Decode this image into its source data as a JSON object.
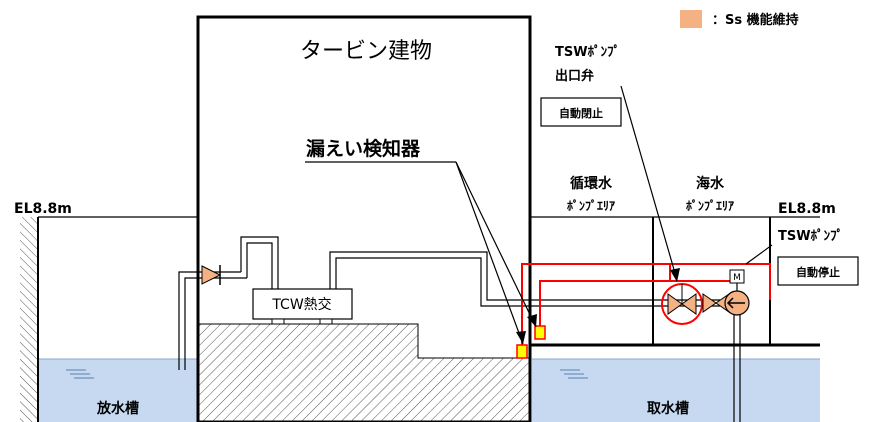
{
  "legend": {
    "label": "：Ss 機能維持",
    "swatch_color": "#f4b183"
  },
  "building": {
    "title": "タービン建物"
  },
  "labels": {
    "leak_detector": "漏えい検知器",
    "tsw_pump_outlet_valve_line1": "TSWﾎﾟﾝﾌﾟ",
    "tsw_pump_outlet_valve_line2": "出口弁",
    "auto_close": "自動閉止",
    "circ_water_line1": "循環水",
    "circ_water_line2": "ﾎﾟﾝﾌﾟｴﾘｱ",
    "seawater_line1": "海水",
    "seawater_line2": "ﾎﾟﾝﾌﾟｴﾘｱ",
    "el_left": "EL8.8m",
    "el_right": "EL8.8m",
    "tsw_pump": "TSWﾎﾟﾝﾌﾟ",
    "auto_stop": "自動停止",
    "tcw_hx": "TCW熱交",
    "motor": "M",
    "discharge_tank": "放水槽",
    "intake_tank": "取水槽"
  },
  "colors": {
    "water": "#c6d9f1",
    "swatch": "#f4b183",
    "red_line": "#ff0000",
    "detector_fill": "#ffff00",
    "detector_border": "#ff0000",
    "valve_fill": "#f4b183"
  },
  "icons": [
    "check-valve-icon",
    "gate-valve-icon",
    "pump-icon",
    "motor-icon",
    "leak-detector-icon"
  ]
}
